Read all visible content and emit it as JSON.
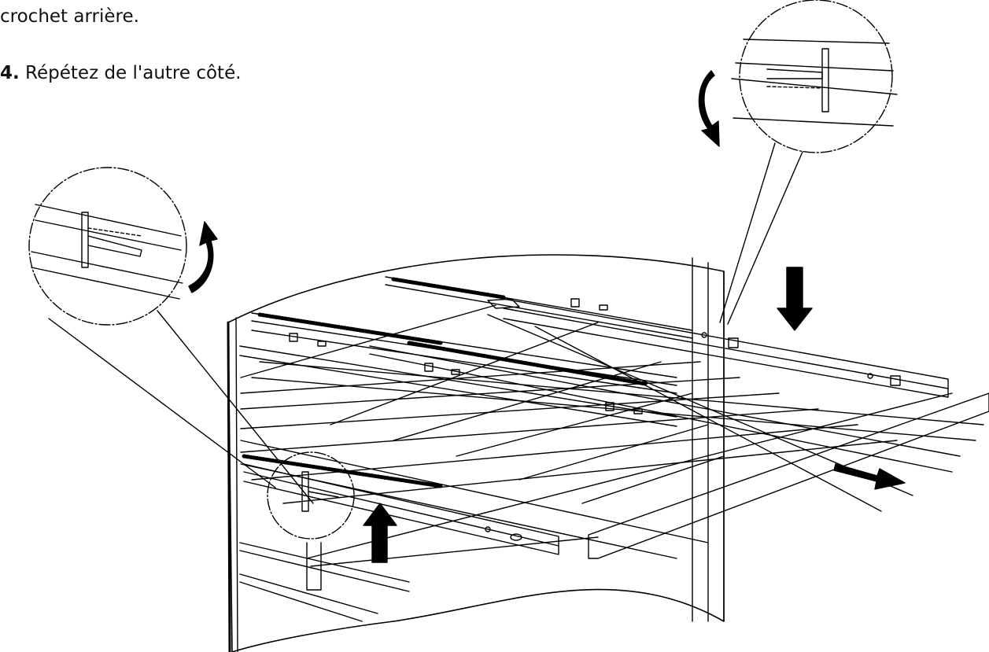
{
  "instructions": {
    "line1": "crochet arrière.",
    "step_number": "4.",
    "step_text": " Répétez de l'autre côté."
  },
  "illustration": {
    "subject": "wire shelf on slide rails inside cabinet",
    "icons": [
      "arrow-down-icon",
      "arrow-up-icon",
      "arrow-right-icon",
      "rotate-ccw-icon",
      "rotate-cw-icon"
    ],
    "line_color": "#000000",
    "background": "#ffffff"
  }
}
